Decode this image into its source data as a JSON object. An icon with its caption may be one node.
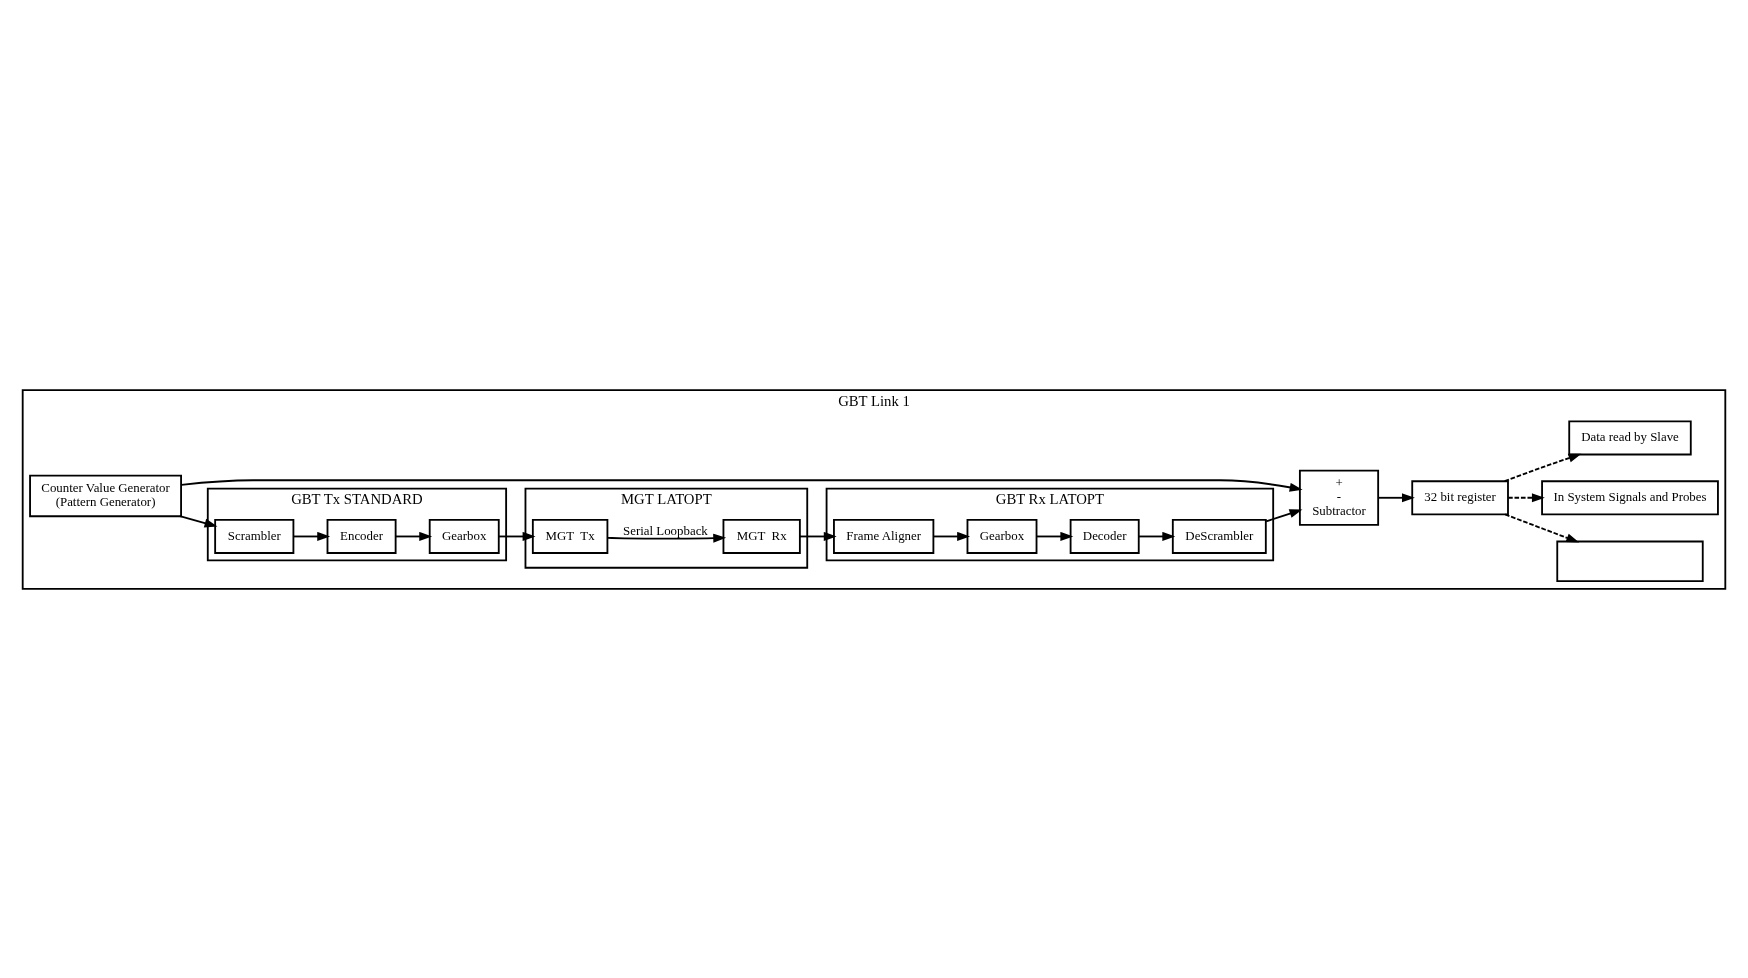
{
  "diagram": {
    "nodes": [
      {
        "text": [
          "GBT Link 1"
        ]
      },
      {
        "text": [
          "Counter Value Generator",
          "(Pattern Generator)"
        ],
        "in": 0
      },
      {
        "text": [
          "GBT Tx STANDARD"
        ],
        "in": 0
      },
      {
        "text": [
          "Scrambler"
        ],
        "in": 2
      },
      {
        "text": [
          "Encoder"
        ],
        "in": 2
      },
      {
        "text": [
          "Gearbox"
        ],
        "in": 2
      },
      {
        "text": [
          "MGT LATOPT"
        ],
        "in": 0
      },
      {
        "text": [
          "MGT  Tx"
        ],
        "in": 6
      },
      {
        "text": [
          "MGT  Rx"
        ],
        "in": 6
      },
      {
        "text": [
          "GBT Rx LATOPT"
        ],
        "in": 0
      },
      {
        "text": [
          "DeScrambler"
        ],
        "in": 9
      },
      {
        "text": [
          "Decoder"
        ],
        "in": 9
      },
      {
        "text": [
          "Gearbox"
        ],
        "in": 9
      },
      {
        "text": [
          "Frame Aligner"
        ],
        "in": 9
      },
      {
        "text": [
          "+",
          "-",
          "Subtractor"
        ],
        "in": 0
      },
      {
        "text": [
          "32 bit register"
        ],
        "in": 0
      },
      {
        "text": [],
        "shape": "box",
        "in": 0
      },
      {
        "text": [
          "In System Signals and Probes"
        ],
        "in": 0
      },
      {
        "text": [
          "Data read by Slave"
        ],
        "in": 0
      }
    ],
    "edges": [
      {
        "from": 1,
        "to": 3,
        "arrow": "to"
      },
      {
        "from": 1,
        "to": 14,
        "arrow": "to"
      },
      {
        "from": 3,
        "to": 4,
        "arrow": "to"
      },
      {
        "from": 4,
        "to": 5,
        "arrow": "to"
      },
      {
        "from": 5,
        "to": 7,
        "arrow": "to"
      },
      {
        "from": 7,
        "to": 8,
        "arrow": "to",
        "label": "Serial Loopback"
      },
      {
        "from": 8,
        "to": 13,
        "arrow": "to"
      },
      {
        "from": 13,
        "to": 12,
        "arrow": "to"
      },
      {
        "from": 12,
        "to": 11,
        "arrow": "to"
      },
      {
        "from": 11,
        "to": 10,
        "arrow": "to"
      },
      {
        "from": 10,
        "to": 14,
        "arrow": "to"
      },
      {
        "from": 14,
        "to": 15,
        "arrow": "to"
      },
      {
        "from": 15,
        "to": 16,
        "arrow": "to",
        "style": "dashed"
      },
      {
        "from": 15,
        "to": 17,
        "arrow": "to",
        "style": "dashed"
      },
      {
        "from": 15,
        "to": 18,
        "arrow": "to",
        "style": "dashed"
      }
    ]
  }
}
